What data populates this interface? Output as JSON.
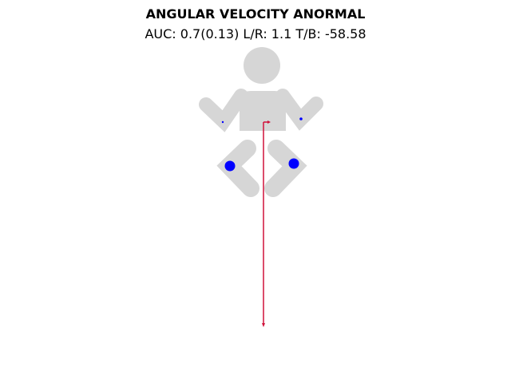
{
  "title": "ANGULAR VELOCITY ANORMAL",
  "subtitle": "AUC: 0.7(0.13) L/R: 1.1 T/B: -58.58",
  "colors": {
    "body": "#d6d6d6",
    "joint_marker": "#0000ff",
    "vector": "#d0103a",
    "background": "#ffffff"
  },
  "markers": [
    {
      "name": "left-wrist-marker",
      "size": "tiny"
    },
    {
      "name": "right-wrist-marker",
      "size": "small"
    },
    {
      "name": "left-knee-marker",
      "size": "large"
    },
    {
      "name": "right-knee-marker",
      "size": "large"
    }
  ]
}
